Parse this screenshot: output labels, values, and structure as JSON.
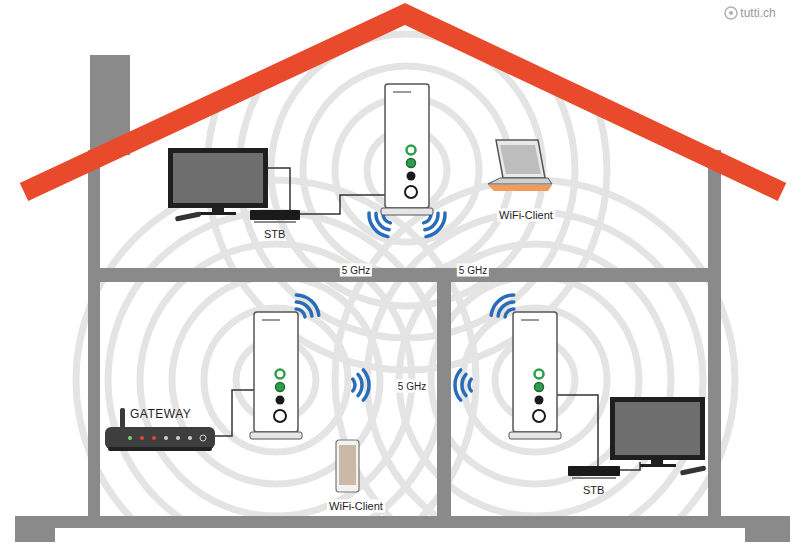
{
  "diagram": {
    "nodes": [
      {
        "text": [
          "STB"
        ]
      },
      {
        "text": [
          "GATEWAY"
        ]
      },
      {
        "text": [
          "STB"
        ]
      }
    ],
    "labels": [
      "tutti.ch",
      "WiFi-Client",
      "5 GHz",
      "5 GHz",
      "5 GHz",
      "WiFi-Client"
    ]
  }
}
